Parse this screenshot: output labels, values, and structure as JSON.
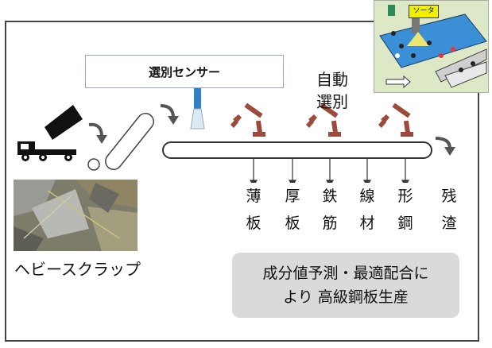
{
  "sensor_label": "選別センサー",
  "auto_sort_label": "自動\n選別",
  "bins": [
    {
      "label": "薄\n板"
    },
    {
      "label": "厚\n板"
    },
    {
      "label": "鉄\n筋"
    },
    {
      "label": "線\n材"
    },
    {
      "label": "形\n鋼"
    },
    {
      "label": "残\n渣"
    }
  ],
  "scrap_label": "ヘビースクラップ",
  "result_text": "成分値予測・最適配合に\nより 高級鋼板生産",
  "inset_tag": "ソータ",
  "colors": {
    "frame": "#444444",
    "conveyor_border": "#333333",
    "arm": "#9c4a3c",
    "sensor_blue": "#2f7fc6",
    "inset_bg": "#dde8c6",
    "result_bg": "#dadada"
  }
}
